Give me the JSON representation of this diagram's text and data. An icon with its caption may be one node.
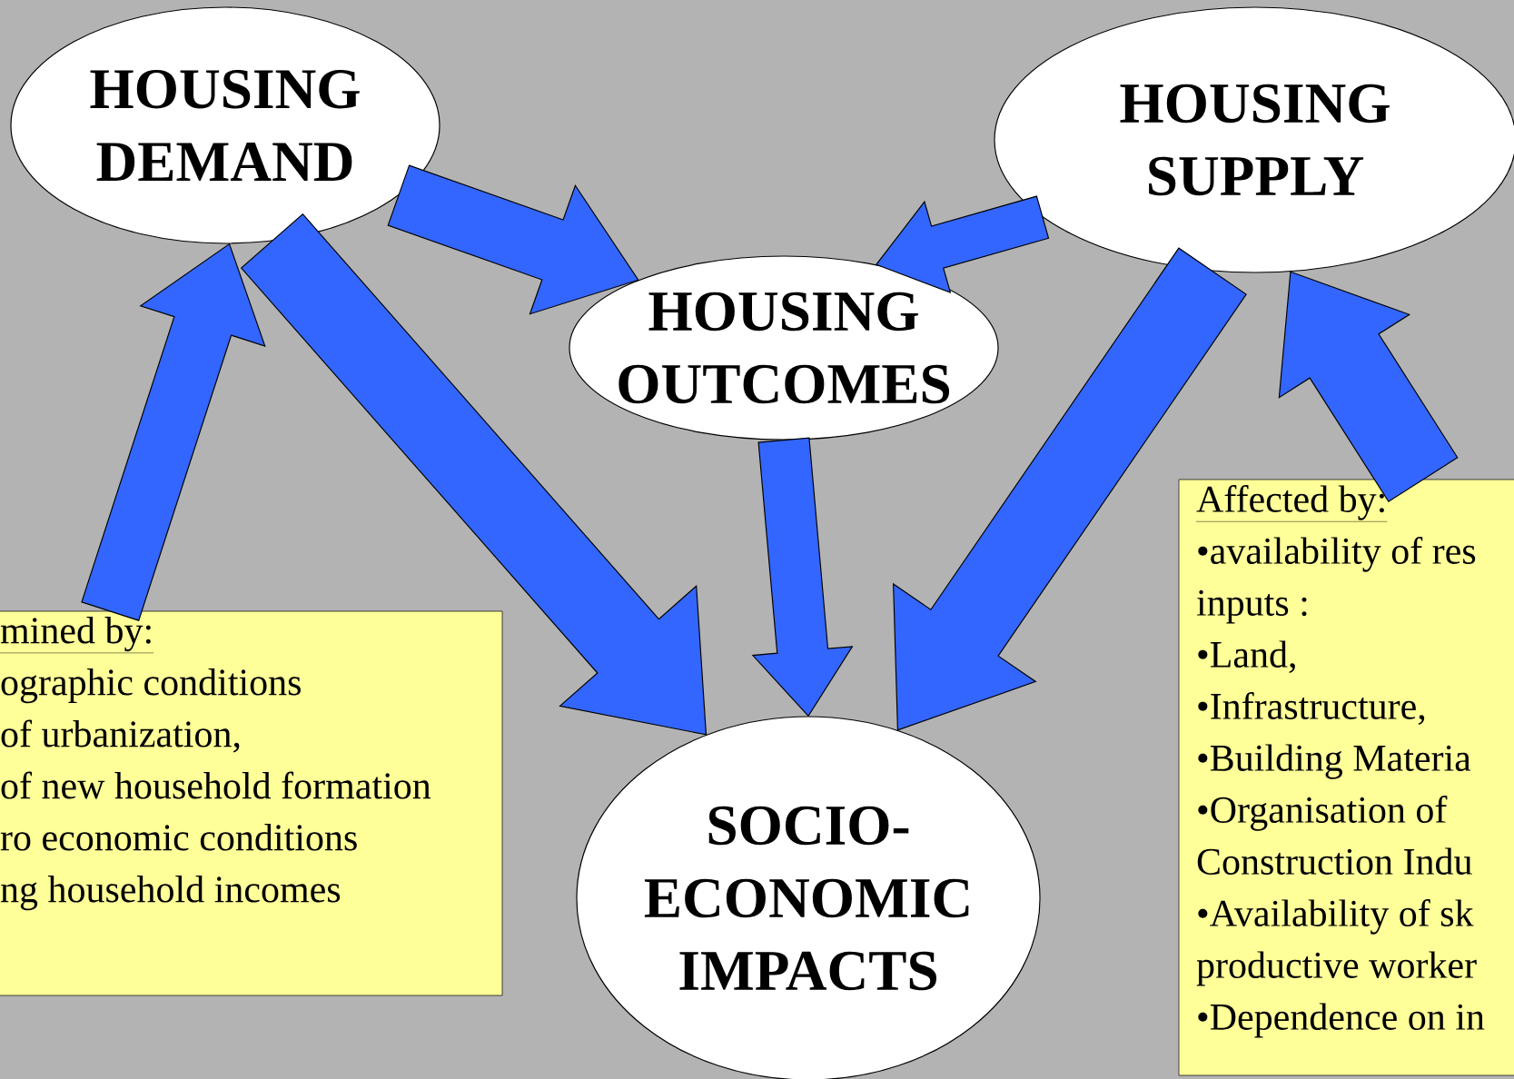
{
  "diagram": {
    "nodes": [
      {
        "text": [
          "HOUSING DEMAND"
        ]
      },
      {
        "text": [
          "HOUSING SUPPLY"
        ]
      },
      {
        "text": [
          "HOUSING OUTCOMES"
        ]
      },
      {
        "text": [
          "SOCIO-ECONOMIC IMPACTS"
        ]
      },
      {
        "text": [
          "mined by:",
          "ographic conditions",
          "of urbanization,",
          "of new household formation",
          "ro economic conditions",
          "ng household incomes"
        ]
      },
      {
        "text": [
          "Affected by:",
          "•availability of res inputs :",
          "•Land,",
          "•Infrastructure,",
          "•Building Materia",
          "•Organisation of Construction Indu",
          "•Availability of sk productive worker",
          "•Dependence on in"
        ]
      }
    ],
    "edges": [
      {
        "from": 4,
        "to": 0,
        "arrow": "to"
      },
      {
        "from": 0,
        "to": 2,
        "arrow": "to"
      },
      {
        "from": 0,
        "to": 3,
        "arrow": "to"
      },
      {
        "from": 1,
        "to": 2,
        "arrow": "to"
      },
      {
        "from": 1,
        "to": 3,
        "arrow": "to"
      },
      {
        "from": 2,
        "to": 3,
        "arrow": "to"
      },
      {
        "from": 5,
        "to": 1,
        "arrow": "to"
      }
    ]
  }
}
